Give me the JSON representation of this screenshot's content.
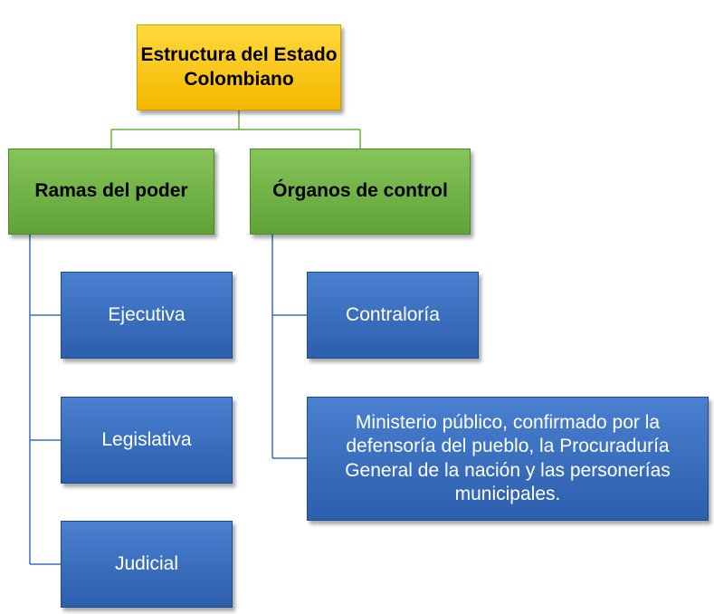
{
  "diagram": {
    "root": {
      "label": "Estructura del Estado Colombiano"
    },
    "branches": [
      {
        "label": "Ramas del poder",
        "children": [
          "Ejecutiva",
          "Legislativa",
          "Judicial"
        ]
      },
      {
        "label": "Órganos de control",
        "children": [
          "Contraloría",
          "Ministerio público, confirmado por la defensoría del pueblo, la Procuraduría General de la nación y las personerías municipales."
        ]
      }
    ],
    "colors": {
      "root": "#f5b800",
      "branch": "#6aaf3f",
      "leaf": "#3a6fc0",
      "connector_top": "#6aaf3f",
      "connector_tree": "#3a6fc0"
    }
  }
}
